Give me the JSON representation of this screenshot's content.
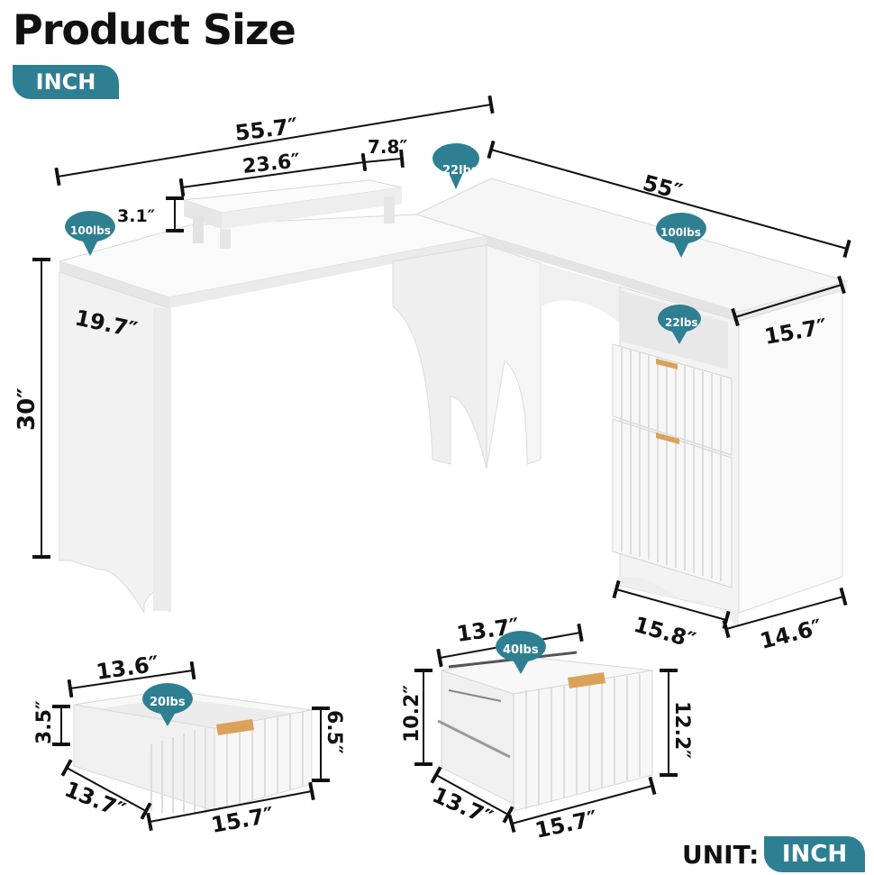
{
  "header": {
    "title": "Product Size",
    "unit_badge": "INCH"
  },
  "footer": {
    "unit_label": "UNIT:",
    "unit_badge": "INCH"
  },
  "colors": {
    "accent": "#2f7f93",
    "text": "#111111",
    "furniture": "#f4f4f4",
    "furniture_shadow": "#d9d9d9",
    "handle": "#d9a15a"
  },
  "desk_dimensions": {
    "total_width": "55.7″",
    "shelf_width": "23.6″",
    "shelf_depth": "7.8″",
    "shelf_height": "3.1″",
    "side_length": "55″",
    "left_depth": "19.7″",
    "height": "30″",
    "cabinet_top_depth": "15.7″",
    "cabinet_width": "15.8″",
    "cabinet_depth": "14.6″"
  },
  "load_labels": {
    "shelf": "22lbs",
    "left_top": "100lbs",
    "right_top": "100lbs",
    "cabinet_shelf": "22lbs",
    "small_drawer": "20lbs",
    "file_drawer": "40lbs"
  },
  "small_drawer": {
    "top_width": "13.6″",
    "inner_height": "3.5″",
    "front_height": "6.5″",
    "depth": "13.7″",
    "front_width": "15.7″"
  },
  "file_drawer": {
    "top_width": "13.7″",
    "inner_height": "10.2″",
    "front_height": "12.2″",
    "depth": "13.7″",
    "front_width": "15.7″"
  }
}
